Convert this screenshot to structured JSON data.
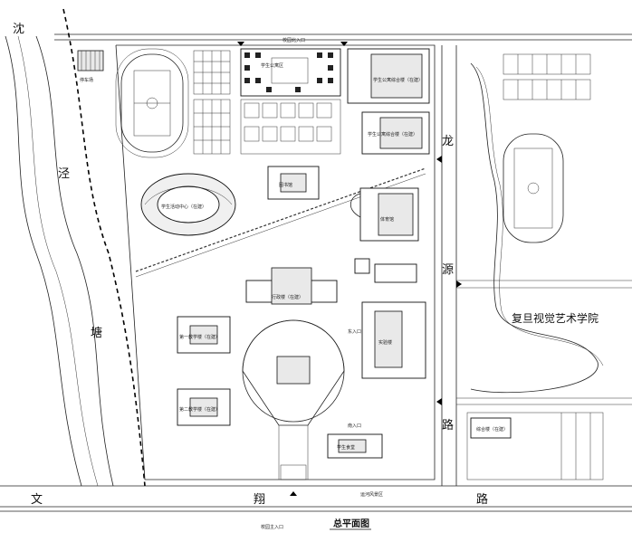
{
  "map": {
    "title": "总平面图",
    "subtitle": "校园主入口",
    "roads": {
      "west": [
        "沈",
        "泾",
        "塘"
      ],
      "south": [
        "文",
        "翔",
        "路"
      ],
      "east": [
        "龙",
        "源",
        "路"
      ]
    },
    "district_label": "复旦视觉艺术学院",
    "building_labels": {
      "north_gate": "校园北入口",
      "parking_nw": "停车场",
      "lib": "图书馆",
      "activity_center": "学生活动中心（在建）",
      "admin": "行政楼（在建）",
      "teach_1": "第一教学楼（在建）",
      "teach_2": "第二教学楼（在建）",
      "gym": "体育馆",
      "lab": "实验楼",
      "dorm_north": "学生公寓区",
      "canteen": "学生食堂",
      "center": "综合楼（在建）",
      "dorm_ne_a": "学生公寓综合楼（在建）",
      "dorm_ne_b": "学生公寓综合楼（在建）",
      "gate_e": "东入口",
      "gate_s": "南入口",
      "south_gate_note": "运河风景区"
    }
  },
  "colors": {
    "line": "#111111",
    "fill": "#ffffff",
    "hatch": "#555555"
  }
}
